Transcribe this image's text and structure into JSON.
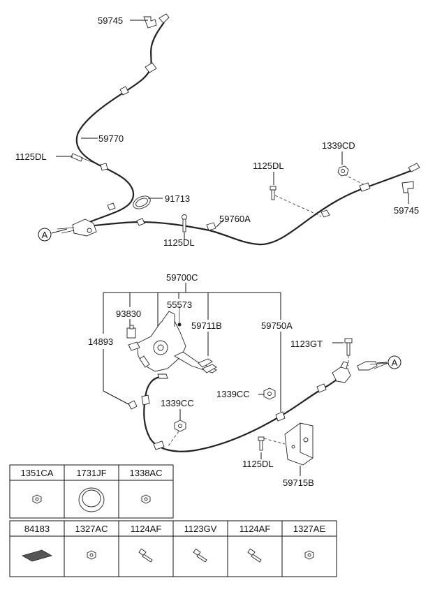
{
  "labels": {
    "c59745_top": "59745",
    "c59770": "59770",
    "c1125DL_a": "1125DL",
    "c91713": "91713",
    "c1125DL_b": "1125DL",
    "c59760A": "59760A",
    "c1125DL_c": "1125DL",
    "c1339CD": "1339CD",
    "c59745_right": "59745",
    "circle_a_top": "A",
    "c59700C": "59700C",
    "c93830": "93830",
    "c55573": "55573",
    "c59711B": "59711B",
    "c59750A": "59750A",
    "c14893": "14893",
    "c1123GT": "1123GT",
    "circle_a_bottom": "A",
    "c1339CC_left": "1339CC",
    "c1339CC_right": "1339CC",
    "c1125DL_d": "1125DL",
    "c59715B": "59715B"
  },
  "parts_table": {
    "row1": [
      "1351CA",
      "1731JF",
      "1338AC"
    ],
    "row2": [
      "84183",
      "1327AC",
      "1124AF",
      "1123GV",
      "1124AF",
      "1327AE"
    ]
  }
}
